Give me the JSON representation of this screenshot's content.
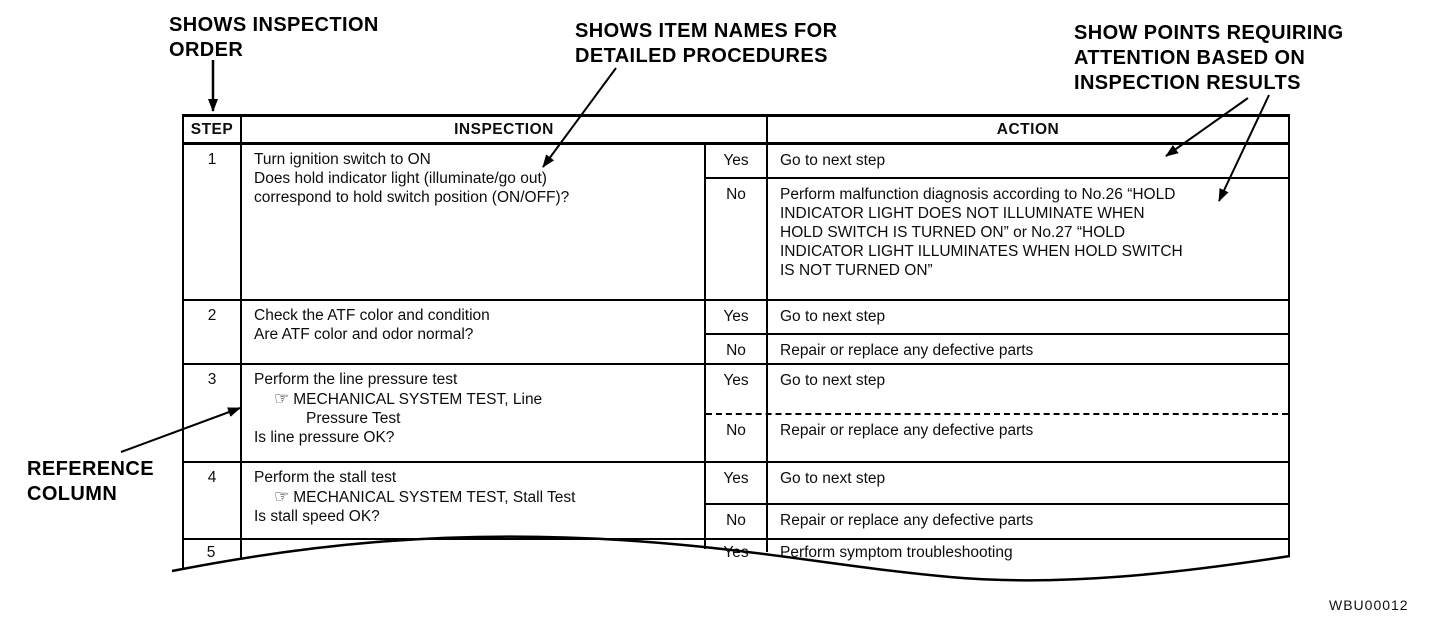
{
  "annotations": {
    "inspection_order": "SHOWS INSPECTION\nORDER",
    "item_names": "SHOWS ITEM NAMES FOR\nDETAILED PROCEDURES",
    "attention_points": "SHOW POINTS REQUIRING\nATTENTION BASED ON\nINSPECTION RESULTS",
    "reference_column": "REFERENCE\nCOLUMN"
  },
  "icons": {
    "reference_pointer": "☞"
  },
  "table": {
    "headers": {
      "step": "STEP",
      "inspection": "INSPECTION",
      "action": "ACTION"
    },
    "rows": [
      {
        "step": "1",
        "inspection": "Turn ignition switch to ON\nDoes hold indicator light (illuminate/go out)\ncorrespond to hold switch position (ON/OFF)?",
        "yes_label": "Yes",
        "yes_action": "Go to next step",
        "no_label": "No",
        "no_action": "Perform malfunction diagnosis according to No.26 “HOLD\nINDICATOR LIGHT DOES NOT ILLUMINATE WHEN\nHOLD SWITCH IS TURNED ON” or No.27 “HOLD\nINDICATOR LIGHT ILLUMINATES WHEN HOLD SWITCH\nIS NOT TURNED ON”"
      },
      {
        "step": "2",
        "inspection": "Check the ATF color and condition\nAre ATF color and odor normal?",
        "yes_label": "Yes",
        "yes_action": "Go to next step",
        "no_label": "No",
        "no_action": "Repair or replace any defective parts"
      },
      {
        "step": "3",
        "intro": "Perform the line pressure test",
        "reference": "MECHANICAL SYSTEM TEST, Line",
        "reference_cont": "Pressure Test",
        "question": "Is line pressure OK?",
        "yes_label": "Yes",
        "yes_action": "Go to next step",
        "no_label": "No",
        "no_action": "Repair or replace any defective parts"
      },
      {
        "step": "4",
        "intro": "Perform the stall test",
        "reference": "MECHANICAL SYSTEM TEST, Stall Test",
        "question": "Is stall speed OK?",
        "yes_label": "Yes",
        "yes_action": "Go to next step",
        "no_label": "No",
        "no_action": "Repair or replace any defective parts"
      },
      {
        "step": "5",
        "yes_label": "Yes",
        "yes_action": "Perform symptom troubleshooting"
      }
    ]
  },
  "watermark": "WBU00012"
}
